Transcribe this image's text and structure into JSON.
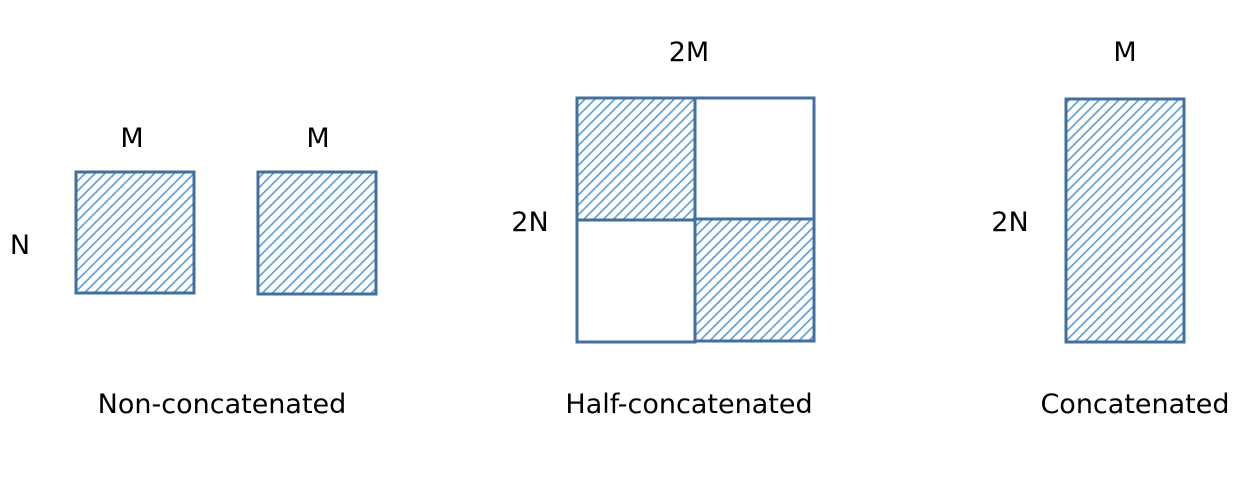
{
  "colors": {
    "stroke": "#41709f",
    "hatch": "#5b9bd5",
    "background": "#ffffff",
    "text": "#000000"
  },
  "non_concatenated": {
    "label_n": "N",
    "label_m_left": "M",
    "label_m_right": "M",
    "caption": "Non-concatenated"
  },
  "half_concatenated": {
    "label_2m": "2M",
    "label_2n": "2N",
    "caption": "Half-concatenated"
  },
  "concatenated": {
    "label_m": "M",
    "label_2n": "2N",
    "caption": "Concatenated"
  }
}
